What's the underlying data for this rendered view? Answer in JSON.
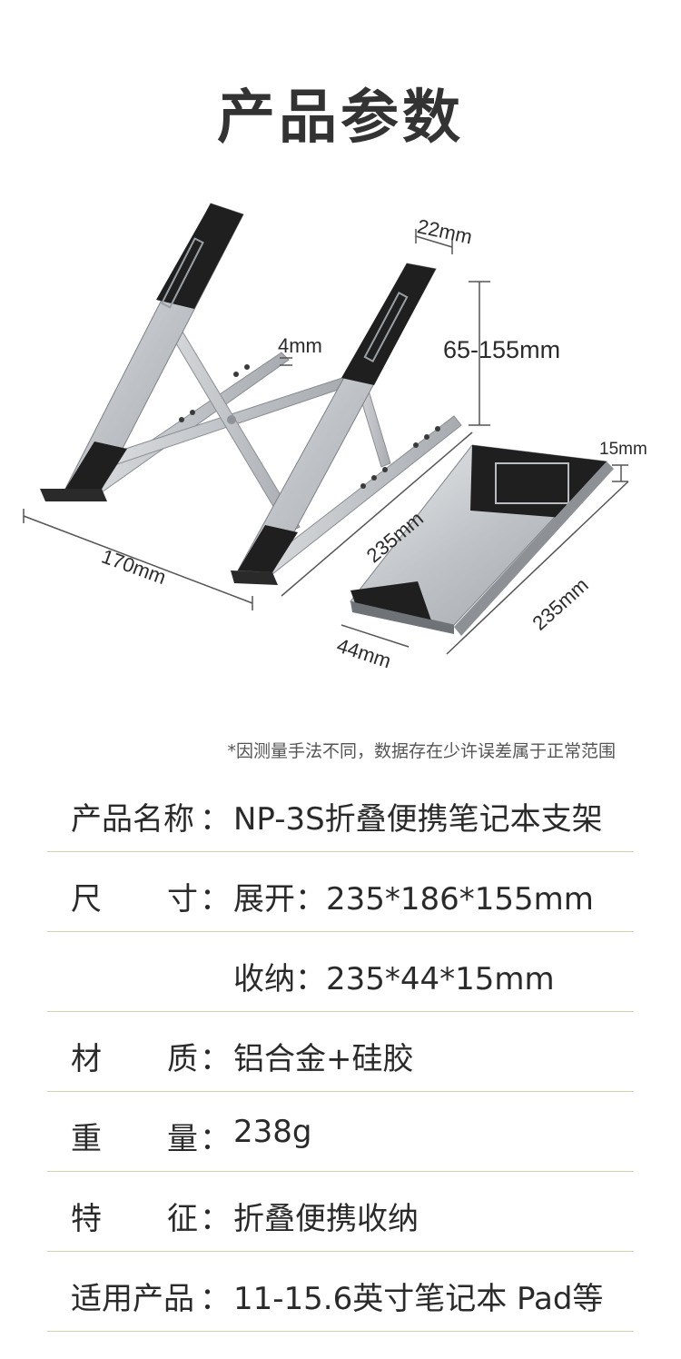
{
  "page": {
    "title": "产品参数"
  },
  "diagram": {
    "dimensions": {
      "width_22": "22mm",
      "thickness_4": "4mm",
      "height_range": "65-155mm",
      "length_235_open": "235mm",
      "width_170": "170mm",
      "folded_thickness": "15mm",
      "length_235_folded": "235mm",
      "folded_width": "44mm"
    },
    "colors": {
      "aluminum": "#c9cccf",
      "rubber": "#1e1e1e",
      "line": "#555555"
    }
  },
  "note": "*因测量手法不同，数据存在少许误差属于正常范围",
  "specs": {
    "name": {
      "label": "产品名称",
      "colon": "：",
      "value": "NP-3S折叠便携笔记本支架"
    },
    "size": {
      "char1": "尺",
      "char2": "寸",
      "colon": "：",
      "value": "展开：235*186*155mm"
    },
    "size_folded": {
      "value": "收纳：235*44*15mm"
    },
    "material": {
      "char1": "材",
      "char2": "质",
      "colon": "：",
      "value": "铝合金+硅胶"
    },
    "weight": {
      "char1": "重",
      "char2": "量",
      "colon": "：",
      "value": "238g"
    },
    "feature": {
      "char1": "特",
      "char2": "征",
      "colon": "：",
      "value": "折叠便携收纳"
    },
    "applicable": {
      "label": "适用产品",
      "colon": "：",
      "value": "11-15.6英寸笔记本 Pad等"
    }
  }
}
